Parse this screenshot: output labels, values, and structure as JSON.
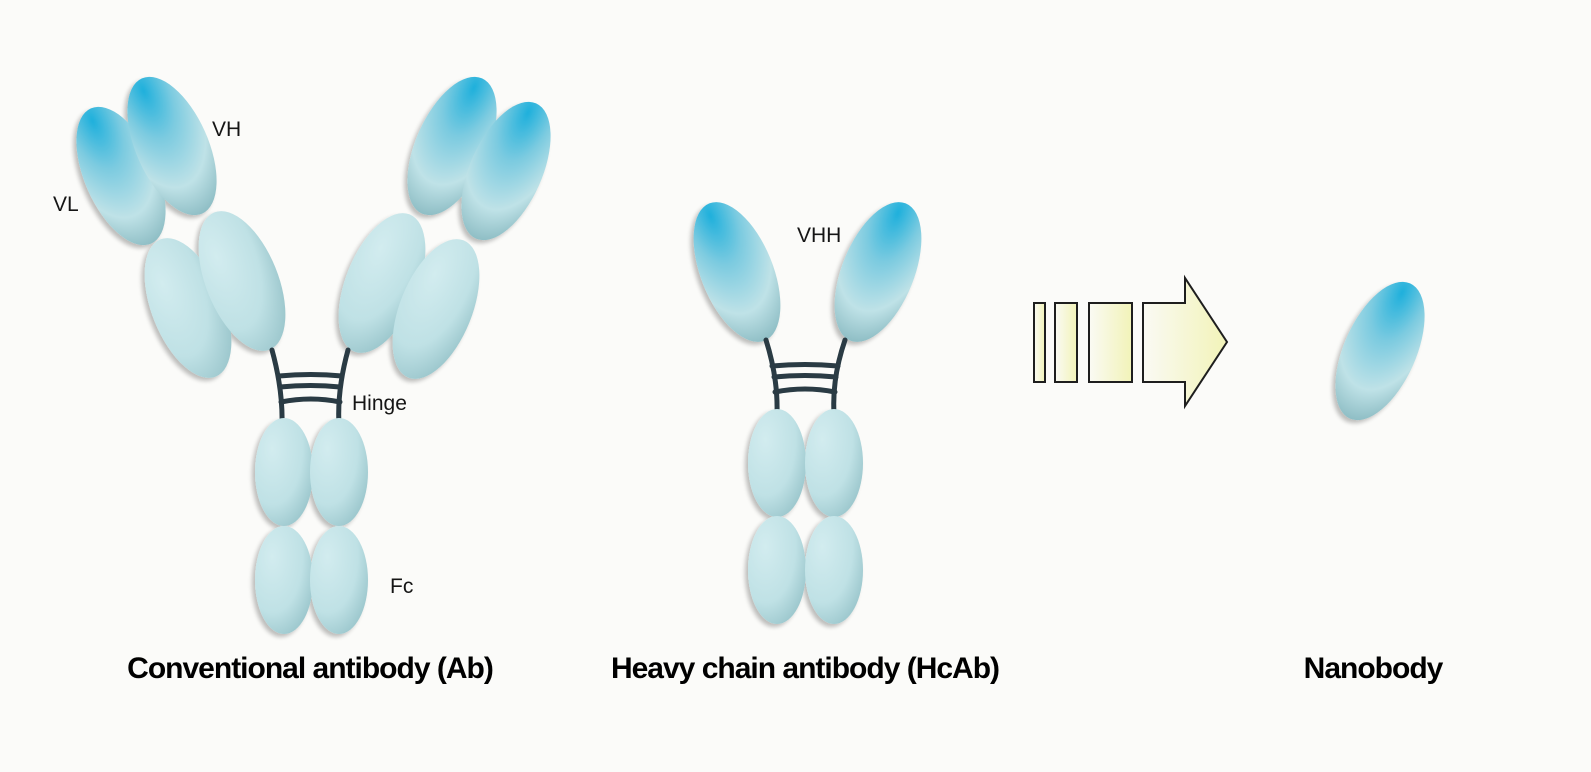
{
  "labels": {
    "vh": "VH",
    "vl": "VL",
    "hinge": "Hinge",
    "fc": "Fc",
    "vhh": "VHH"
  },
  "captions": {
    "conventional": "Conventional antibody (Ab)",
    "heavy_chain": "Heavy chain antibody (HcAb)",
    "nanobody": "Nanobody"
  },
  "colors": {
    "background": "#fbfbf9",
    "domain_light": "#cbe8ea",
    "domain_mid": "#a9d6dc",
    "domain_shadow": "#4d7378",
    "variable_tip": "#25b2dc",
    "linker": "#2a3b44",
    "arrow_fill": "#f3f4c0",
    "arrow_stroke": "#1e1e1e"
  }
}
